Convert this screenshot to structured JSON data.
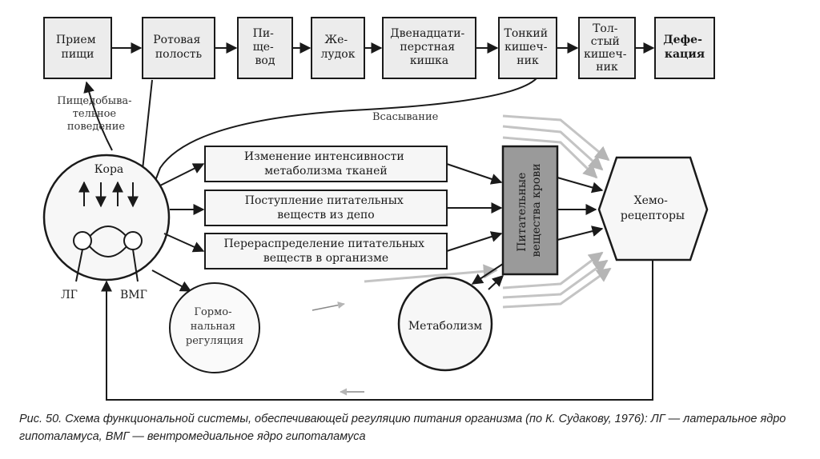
{
  "top_chain": [
    {
      "lines": [
        "Прием",
        "пищи"
      ]
    },
    {
      "lines": [
        "Ротовая",
        "полость"
      ]
    },
    {
      "lines": [
        "Пи-",
        "ще-",
        "вод"
      ]
    },
    {
      "lines": [
        "Же-",
        "лудок"
      ]
    },
    {
      "lines": [
        "Двенадцати-",
        "перстная",
        "кишка"
      ]
    },
    {
      "lines": [
        "Тонкий",
        "кишеч-",
        "ник"
      ]
    },
    {
      "lines": [
        "Тол-",
        "стый",
        "кишеч-",
        "ник"
      ]
    },
    {
      "lines": [
        "Дефе-",
        "кация"
      ]
    }
  ],
  "behavior_label": [
    "Пищедобыва-",
    "тельное",
    "поведение"
  ],
  "absorption_label": "Всасывание",
  "cortex": {
    "label": "Кора"
  },
  "lg_label": "ЛГ",
  "vmg_label": "ВМГ",
  "middle_boxes": [
    {
      "lines": [
        "Изменение интенсивности",
        "метаболизма тканей"
      ]
    },
    {
      "lines": [
        "Поступление питательных",
        "веществ  из депо"
      ]
    },
    {
      "lines": [
        "Перераспределение питательных",
        "веществ в организме"
      ]
    }
  ],
  "blood_label": [
    "Питательные",
    "вещества крови"
  ],
  "chemoreceptors_label": [
    "Хемо-",
    "рецепторы"
  ],
  "hormonal_label": [
    "Гормо-",
    "нальная",
    "регуляция"
  ],
  "metabolism_label": "Метаболизм",
  "caption": "Рис. 50. Схема функциональной системы, обеспечивающей регуляцию питания организма (по К. Судакову, 1976): ЛГ — латеральное ядро гипоталамуса, ВМГ — вентромедиальное ядро гипоталамуса"
}
